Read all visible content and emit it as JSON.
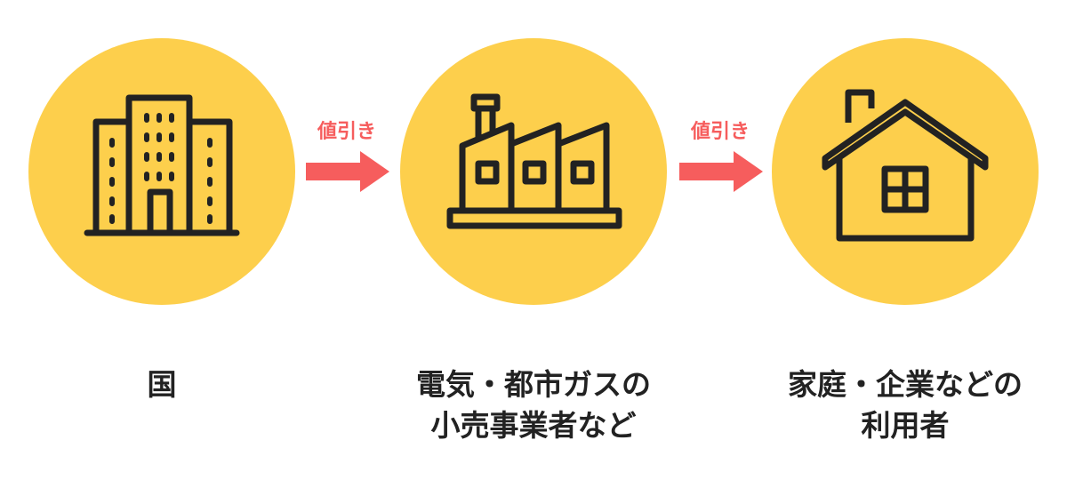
{
  "colors": {
    "circle": "#FDCF4C",
    "arrow": "#F65D5D",
    "icon": "#222222",
    "text": "#222222"
  },
  "nodes": [
    {
      "icon": "office-building-icon",
      "lines": [
        "国"
      ]
    },
    {
      "icon": "factory-icon",
      "lines": [
        "電気・都市ガスの",
        "小売事業者など"
      ]
    },
    {
      "icon": "house-icon",
      "lines": [
        "家庭・企業などの",
        "利用者"
      ]
    }
  ],
  "arrows": [
    {
      "label": "値引き"
    },
    {
      "label": "値引き"
    }
  ]
}
